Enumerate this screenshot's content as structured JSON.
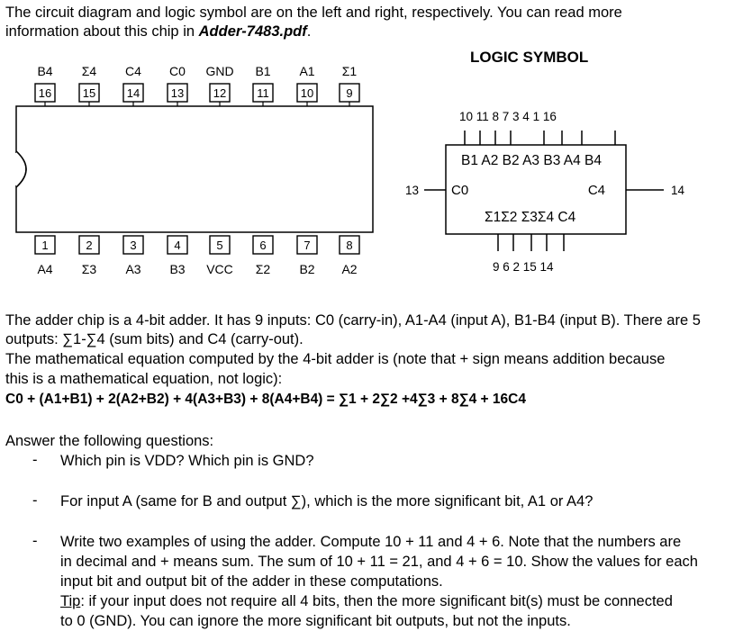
{
  "intro": {
    "line1": "The circuit diagram and logic symbol are on the left and right, respectively. You can read more",
    "line2_pre": "information about this chip in ",
    "line2_file": "Adder-7483.pdf",
    "line2_post": "."
  },
  "logic_symbol_title": "LOGIC SYMBOL",
  "dip": {
    "top_labels": [
      "B4",
      "Σ4",
      "C4",
      "C0",
      "GND",
      "B1",
      "A1",
      "Σ1"
    ],
    "top_pins": [
      "16",
      "15",
      "14",
      "13",
      "12",
      "11",
      "10",
      "9"
    ],
    "bottom_pins": [
      "1",
      "2",
      "3",
      "4",
      "5",
      "6",
      "7",
      "8"
    ],
    "bottom_labels": [
      "A4",
      "Σ3",
      "A3",
      "B3",
      "VCC",
      "Σ2",
      "B2",
      "A2"
    ]
  },
  "symbol": {
    "top_pin_numbers": "10 11 8 7 3 4 1 16",
    "inputs_row": "B1 A2 B2 A3 B3 A4 B4",
    "left_label": "C0",
    "right_label": "C4",
    "left_pin": "13",
    "right_pin": "14",
    "outputs_row": "Σ1Σ2 Σ3Σ4 C4",
    "bottom_pin_numbers": "9 6 2 15 14"
  },
  "description": {
    "l1": "The adder chip is a 4-bit adder. It has 9 inputs: C0 (carry-in), A1-A4 (input A), B1-B4 (input B). There are 5",
    "l2": "outputs: ∑1-∑4 (sum bits) and C4 (carry-out).",
    "l3": "The mathematical equation computed by the 4-bit adder is (note that + sign means addition because",
    "l4": "this is a mathematical equation, not logic):",
    "equation": "C0 + (A1+B1) + 2(A2+B2) + 4(A3+B3) + 8(A4+B4) = ∑1 + 2∑2 +4∑3 + 8∑4 + 16C4"
  },
  "questions": {
    "header": "Answer the following questions:",
    "bullet": "-",
    "q1": "Which pin is VDD? Which pin is GND?",
    "q2": "For input A (same for B and output ∑), which is the more significant bit, A1 or A4?",
    "q3_l1": "Write two examples of using the adder. Compute 10 + 11 and 4 + 6. Note that the numbers are",
    "q3_l2": "in decimal and + means sum. The sum of 10 + 11 = 21, and 4 + 6 = 10. Show the values for each",
    "q3_l3": "input bit and output bit of the adder in these computations.",
    "tip_label": "Tip",
    "tip_rest": ": if your input does not require all 4 bits, then the more significant bit(s) must be connected",
    "tip_l2": "to 0 (GND). You can ignore the more significant bit outputs, but not the inputs."
  }
}
